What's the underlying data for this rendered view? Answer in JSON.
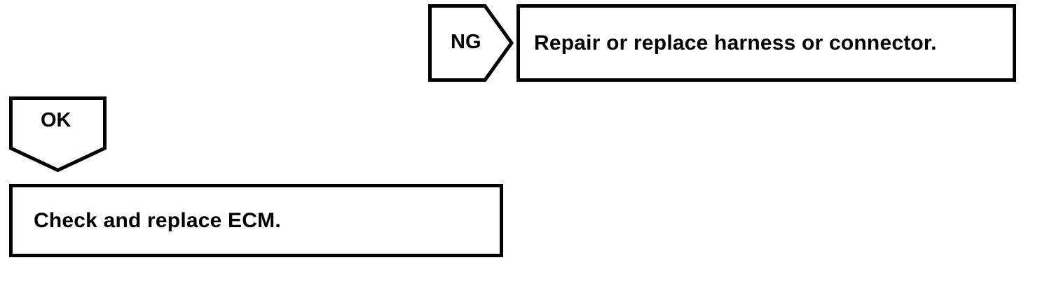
{
  "diagram": {
    "type": "troubleshooting-flowchart",
    "background_color": "#ffffff",
    "stroke_color": "#000000",
    "fill_color": "#ffffff",
    "nodes": [
      {
        "id": "repair-box",
        "shape": "rectangle",
        "text": "Repair or replace harness or connector."
      },
      {
        "id": "ecm-box",
        "shape": "rectangle",
        "text": "Check and replace ECM."
      }
    ],
    "connectors": [
      {
        "id": "ng-arrow",
        "shape": "arrow-right-pentagon",
        "label": "NG"
      },
      {
        "id": "ok-arrow",
        "shape": "arrow-down-pentagon",
        "label": "OK"
      }
    ]
  }
}
